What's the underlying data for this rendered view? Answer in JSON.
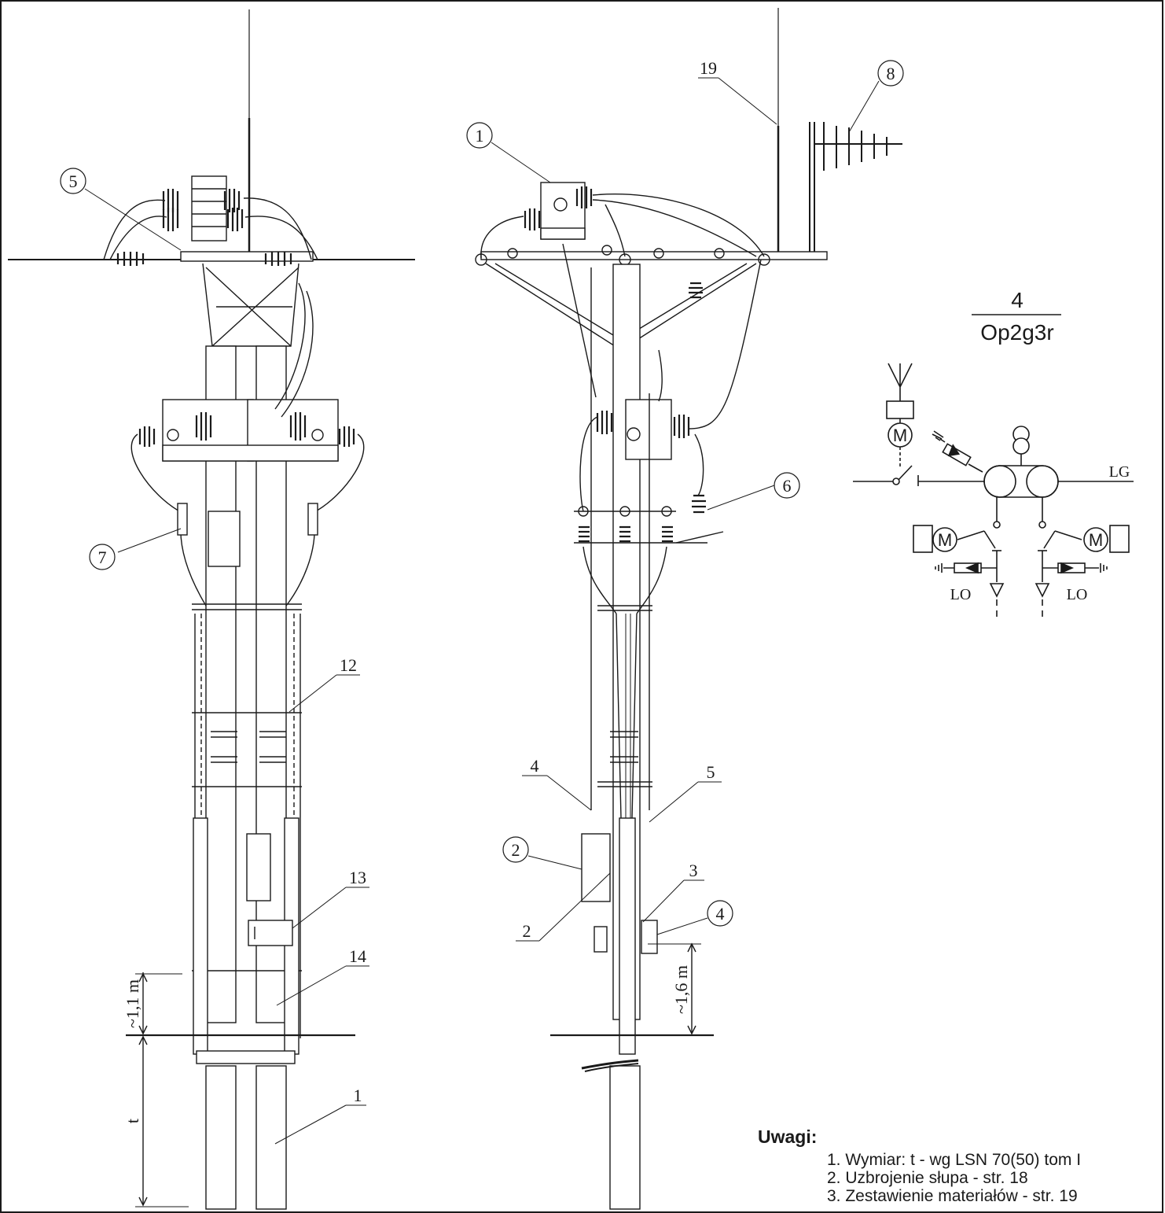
{
  "left_view": {
    "callouts": {
      "c5": "5",
      "c7": "7",
      "n12": "12",
      "n13": "13",
      "n14": "14",
      "n1": "1"
    },
    "dimensions": {
      "above_ground": "~1,1 m",
      "depth": "t"
    }
  },
  "right_view": {
    "callouts": {
      "c1": "1",
      "n19": "19",
      "c8": "8",
      "c6": "6",
      "n4": "4",
      "n5": "5",
      "c2": "2",
      "n2": "2",
      "n3": "3",
      "c4": "4"
    },
    "dimensions": {
      "above_ground": "~1,6 m"
    }
  },
  "designation": {
    "number": "4",
    "code": "Op2g3r"
  },
  "schematic": {
    "line_label": "LG",
    "motor_symbol": "M",
    "arrester_left": "LO",
    "arrester_right": "LO"
  },
  "notes": {
    "title": "Uwagi:",
    "items": [
      "1. Wymiar: t - wg LSN 70(50) tom I",
      "2. Uzbrojenie słupa - str. 18",
      "3. Zestawienie materiałów - str. 19"
    ]
  }
}
